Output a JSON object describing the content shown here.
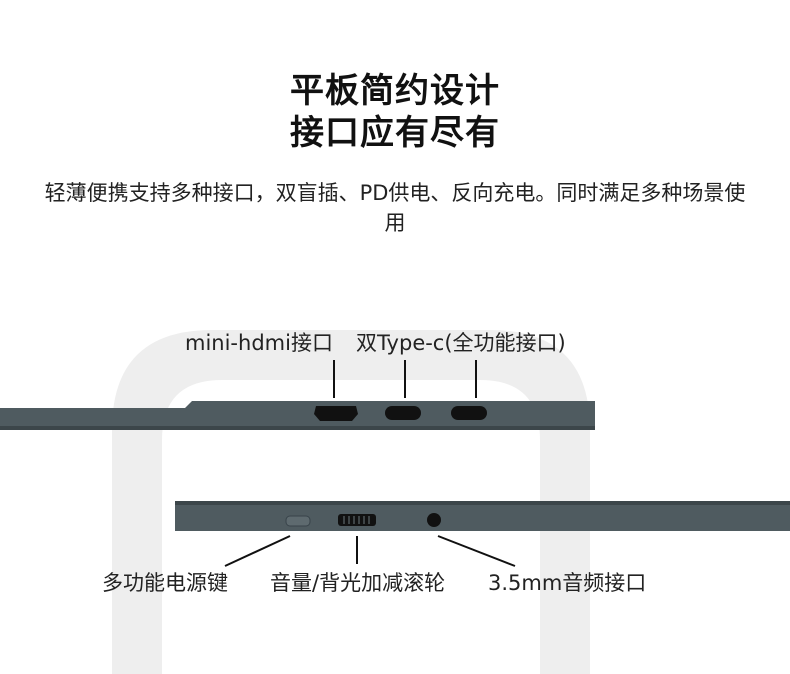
{
  "heading": {
    "line1": "平板简约设计",
    "line2": "接口应有尽有"
  },
  "description": "轻薄便携支持多种接口，双盲插、PD供电、反向充电。同时满足多种场景使用",
  "top_ports": {
    "hdmi_label": "mini-hdmi接口",
    "typec_label": "双Type-c(全功能接口)"
  },
  "bottom_ports": {
    "power_label": "多功能电源键",
    "wheel_label": "音量/背光加减滚轮",
    "audio_label": "3.5mm音频接口"
  },
  "colors": {
    "device_body": "#4f5b60",
    "device_edge": "#3c464a",
    "port_black": "#111111",
    "background_arch": "#ededed"
  }
}
